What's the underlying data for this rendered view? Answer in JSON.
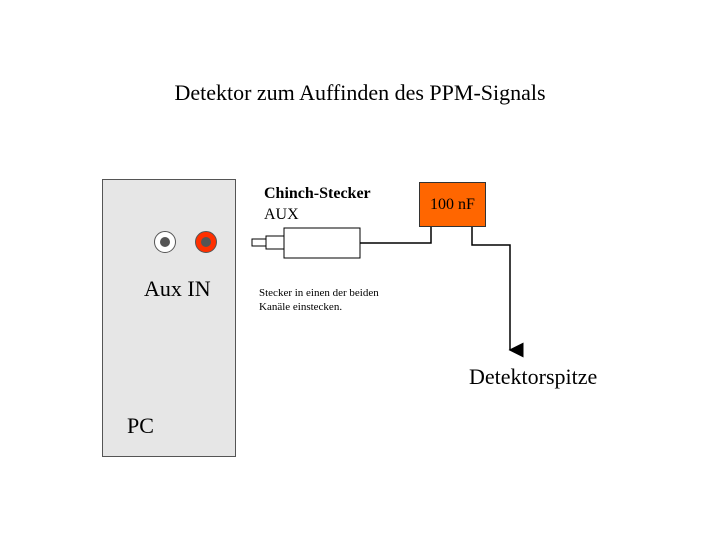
{
  "title": "Detektor zum Auffinden des PPM-Signals",
  "pc": {
    "label": "PC",
    "aux_in_label": "Aux IN"
  },
  "plug": {
    "name": "Chinch-Stecker",
    "sub": "AUX",
    "note_line1": "Stecker in einen der beiden",
    "note_line2": "Kanäle einstecken."
  },
  "capacitor": {
    "label": "100 nF"
  },
  "probe": {
    "label": "Detektorspitze"
  },
  "colors": {
    "pc_box": "#e6e6e6",
    "capacitor": "#ff6600",
    "jack_red": "#ff3000",
    "jack_white": "#ffffff"
  }
}
